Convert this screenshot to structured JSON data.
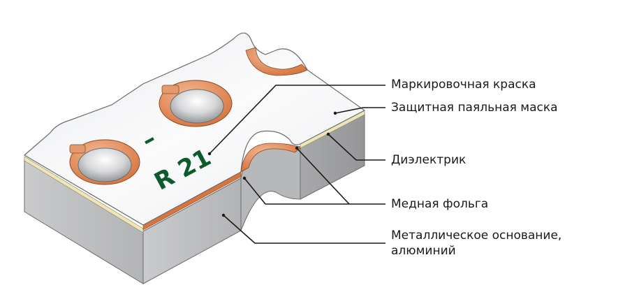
{
  "marking": {
    "polarity": "–",
    "designator": "R 21"
  },
  "labels": {
    "marking_ink": "Маркировочная краска",
    "solder_mask": "Защитная паяльная маска",
    "dielectric": "Диэлектрик",
    "copper_foil": "Медная фольга",
    "metal_base_line1": "Металлическое основание,",
    "metal_base_line2": "алюминий"
  },
  "colors": {
    "solder_mask": "#f3f4f5",
    "copper": "#d8743d",
    "copper_light": "#eba27a",
    "dielectric": "#efe6b8",
    "metal_side": "#c3c4c6",
    "metal_side_dark": "#a5a6a8",
    "marking_ink": "#0d5a2c",
    "leader": "#1a1a1a"
  }
}
